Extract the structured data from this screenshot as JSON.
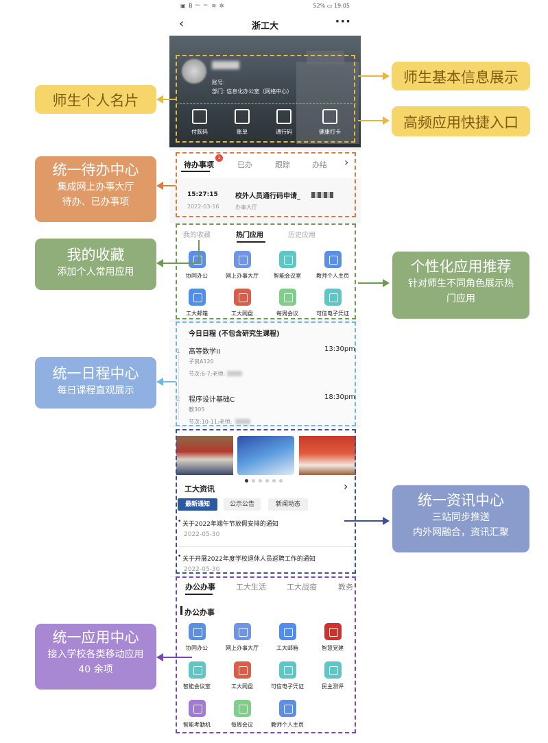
{
  "status_bar": {
    "left": "▣ B ᵃᶫ ᵃᶫ ≋ ✲",
    "battery": "52%",
    "time": "19:05"
  },
  "nav": {
    "title": "浙工大",
    "back_icon": "chevron-left-icon",
    "more_icon": "more-icon"
  },
  "profile": {
    "account_label": "账号:",
    "dept_label": "部门:",
    "dept_value": "信息化办公室（网络中心）"
  },
  "quick_actions": [
    {
      "label": "付款码",
      "icon": "barcode-icon"
    },
    {
      "label": "账单",
      "icon": "bill-icon"
    },
    {
      "label": "通行码",
      "icon": "qrcode-icon"
    },
    {
      "label": "健康打卡",
      "icon": "location-icon"
    }
  ],
  "todo": {
    "tabs": [
      "待办事项",
      "已办",
      "跟踪",
      "办结"
    ],
    "badge": "1",
    "item": {
      "time": "15:27:15",
      "date": "2022-03-16",
      "title": "校外人员通行码申请_",
      "source": "办事大厅"
    }
  },
  "apps_panel": {
    "tabs": [
      "我的收藏",
      "热门应用",
      "历史应用"
    ],
    "apps": [
      {
        "label": "协同办公",
        "color": "#5b8fe6"
      },
      {
        "label": "网上办事大厅",
        "color": "#6f95e8"
      },
      {
        "label": "智能会议室",
        "color": "#5cc7c5"
      },
      {
        "label": "教师个人主页",
        "color": "#5b8fe6"
      },
      {
        "label": "工大邮箱",
        "color": "#4e8ef2"
      },
      {
        "label": "工大网盘",
        "color": "#e05a45"
      },
      {
        "label": "每周会议",
        "color": "#7ecf8a"
      },
      {
        "label": "可信电子凭证",
        "color": "#5cc7c5"
      }
    ]
  },
  "schedule": {
    "title": "今日日程 (不包含研究生课程)",
    "items": [
      {
        "index": "1",
        "course": "高等数学II",
        "time": "13:30pm",
        "room": "子良A120",
        "detail": "节次:6-7;老师:"
      },
      {
        "index": "2",
        "course": "程序设计基础C",
        "time": "18:30pm",
        "room": "教305",
        "detail": "节次:10-11;老师:"
      }
    ]
  },
  "news": {
    "title": "工大资讯",
    "tabs": [
      "最新通知",
      "公示公告",
      "新闻动态"
    ],
    "items": [
      {
        "title": "关于2022年端午节放假安排的通知",
        "date": "2022-05-30"
      },
      {
        "title": "关于开展2022年度学校退休人员返聘工作的通知",
        "date": "2022-05-30"
      }
    ]
  },
  "app_center": {
    "tabs": [
      "办公办事",
      "工大生活",
      "工大战疫",
      "教务"
    ],
    "section": "办公办事",
    "apps": [
      {
        "label": "协同办公",
        "color": "#5b8fe6"
      },
      {
        "label": "网上办事大厅",
        "color": "#6f95e8"
      },
      {
        "label": "工大邮箱",
        "color": "#4e8ef2"
      },
      {
        "label": "智慧党建",
        "color": "#d2302a"
      },
      {
        "label": "智能会议室",
        "color": "#5cc7c5"
      },
      {
        "label": "工大网盘",
        "color": "#e05a45"
      },
      {
        "label": "可信电子凭证",
        "color": "#5cc7c5"
      },
      {
        "label": "民主测评",
        "color": "#5cc7c5"
      },
      {
        "label": "智能考勤机",
        "color": "#a17ad8"
      },
      {
        "label": "每周会议",
        "color": "#7ecf8a"
      },
      {
        "label": "教师个人主页",
        "color": "#5b8fe6"
      }
    ]
  },
  "callouts": {
    "info": "师生基本信息展示",
    "quick": "高频应用快捷入口",
    "card": "师生个人名片",
    "todo": {
      "title": "统一待办中心",
      "lines": [
        "集成网上办事大厅",
        "待办、已办事项"
      ]
    },
    "fav": {
      "title": "我的收藏",
      "lines": [
        "添加个人常用应用"
      ]
    },
    "rec": {
      "title": "个性化应用推荐",
      "lines": [
        "针对师生不同角色展示热",
        "门应用"
      ]
    },
    "sched": {
      "title": "统一日程中心",
      "lines": [
        "每日课程直观展示"
      ]
    },
    "news": {
      "title": "统一资讯中心",
      "lines": [
        "三站同步推送",
        "内外网融合，资讯汇聚"
      ]
    },
    "appc": {
      "title": "统一应用中心",
      "lines": [
        "接入学校各类移动应用",
        "40 余项"
      ]
    }
  },
  "colors": {
    "yellow": "#f6d56a",
    "orange": "#e09a67",
    "green": "#8fae7a",
    "blue": "#8fb0e0",
    "navy": "#8a9ccc",
    "purple": "#a888d3"
  }
}
